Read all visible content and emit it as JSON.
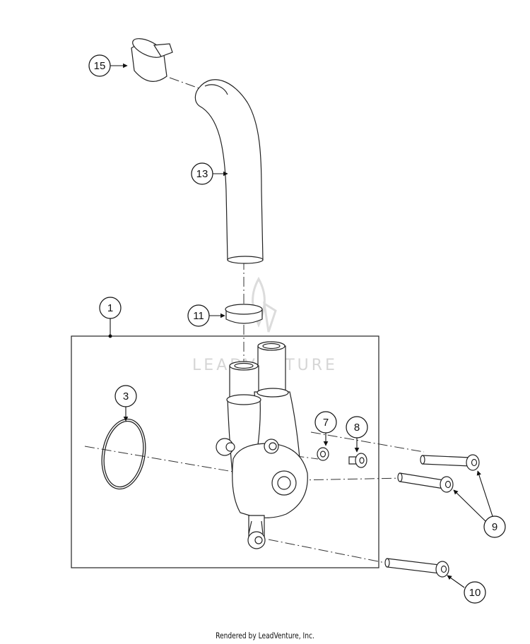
{
  "watermark": "LEADVENTURE",
  "footer": "Rendered by LeadVenture, Inc.",
  "callouts": [
    {
      "label": "15",
      "part": "hose-clamp"
    },
    {
      "label": "13",
      "part": "hose"
    },
    {
      "label": "11",
      "part": "hose-clamp"
    },
    {
      "label": "1",
      "part": "water-pump-cover-assembly"
    },
    {
      "label": "3",
      "part": "o-ring"
    },
    {
      "label": "7",
      "part": "washer"
    },
    {
      "label": "8",
      "part": "screw-plug"
    },
    {
      "label": "9",
      "part": "bolt"
    },
    {
      "label": "10",
      "part": "bolt"
    }
  ]
}
